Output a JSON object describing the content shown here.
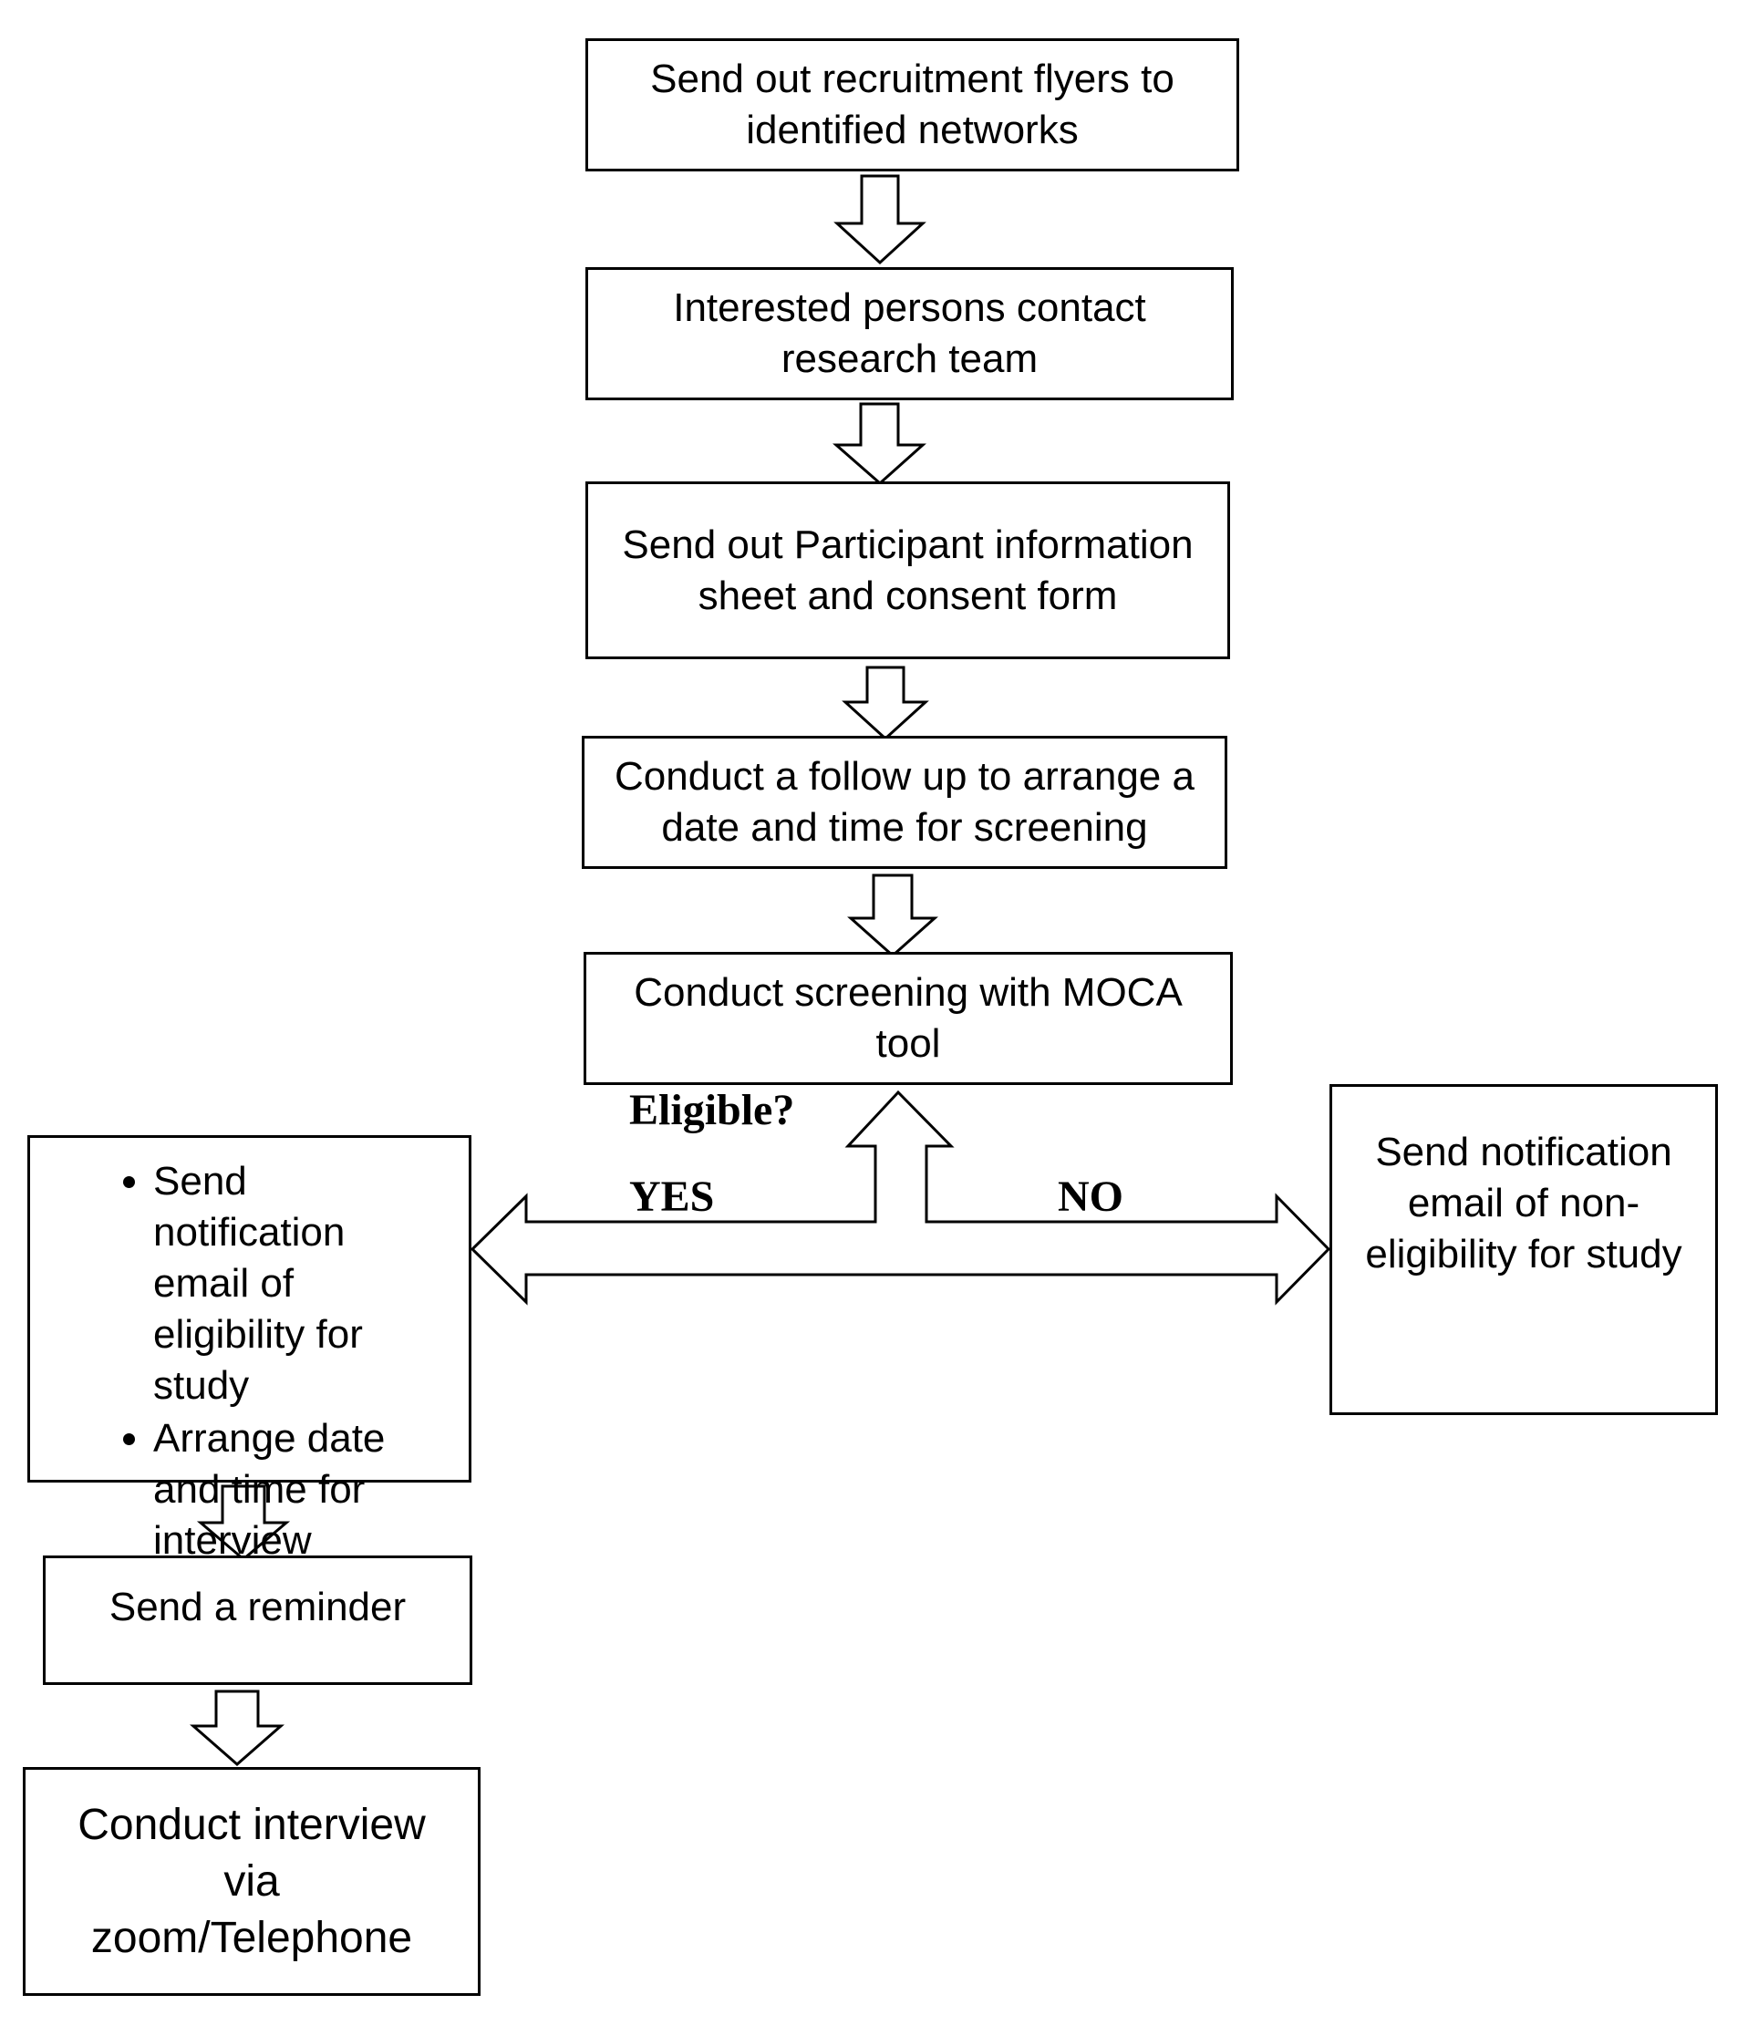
{
  "flow": {
    "step1": "Send out recruitment flyers to identified networks",
    "step2": "Interested persons contact research team",
    "step3": "Send out Participant information sheet and consent form",
    "step4": "Conduct a follow up to arrange a date and time for screening",
    "step5": "Conduct screening with MOCA tool"
  },
  "decision": {
    "question": "Eligible?",
    "yes": "YES",
    "no": "NO"
  },
  "eligible_box": {
    "items": [
      "Send notification email of eligibility for study",
      "Arrange date and time for interview"
    ]
  },
  "not_eligible_box": "Send notification email of non-eligibility for study",
  "reminder": "Send a reminder",
  "interview": "Conduct interview via zoom/Telephone"
}
